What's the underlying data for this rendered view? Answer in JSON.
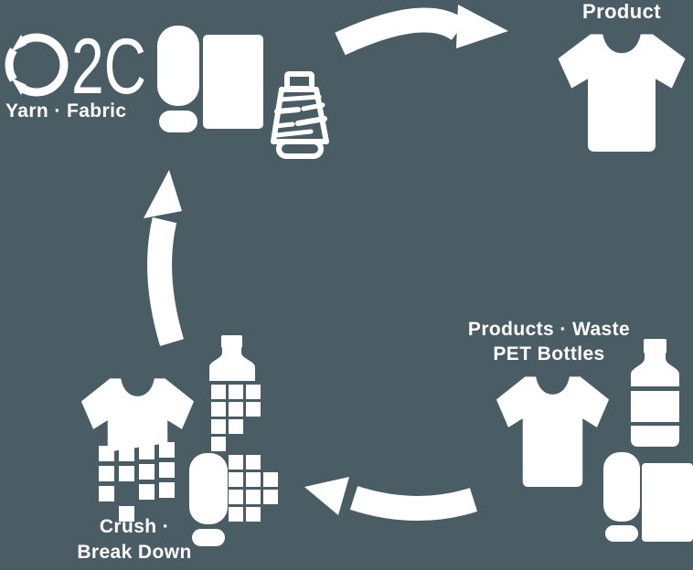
{
  "colors": {
    "background": "#4a5c64",
    "foreground": "#ffffff"
  },
  "logo": {
    "text": "C2C",
    "tail": "2C"
  },
  "stages": {
    "yarn_fabric": {
      "label": "Yarn · Fabric"
    },
    "product": {
      "label": "Product"
    },
    "waste": {
      "line1": "Products · Waste",
      "line2": "PET Bottles"
    },
    "crush": {
      "line1": "Crush ·",
      "line2": "Break Down"
    }
  },
  "icons": {
    "c2c_cycle_c": "circular-arrows-letter-C",
    "fabric_bolt": "fabric-roll-with-sheet",
    "yarn_cone": "outlined-thread-cone",
    "tshirt": "filled-crew-neck-tee",
    "pet_bottle": "filled-plastic-bottle",
    "crushed_tshirt": "tee-dissolving-into-squares",
    "crushed_bottle": "bottle-top-dissolving-into-squares",
    "crushed_roll": "fabric-roll-dissolving-into-squares",
    "arrow_right": "curved-arrow-right",
    "arrow_left": "curved-arrow-left",
    "arrow_up": "curved-arrow-up"
  }
}
